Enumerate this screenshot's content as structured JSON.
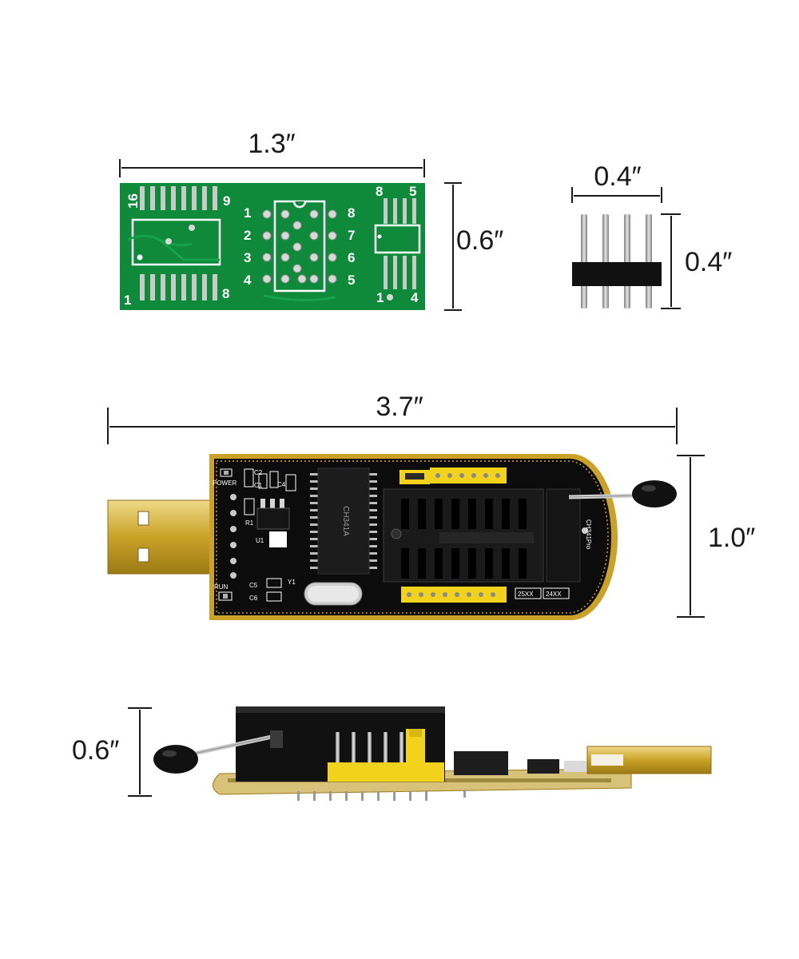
{
  "dimensions": {
    "adapter_width": "1.3″",
    "adapter_height": "0.6″",
    "header_width": "0.4″",
    "header_height": "0.4″",
    "programmer_length": "3.7″",
    "programmer_height": "1.0″",
    "side_height": "0.6″"
  },
  "adapter_pins": {
    "sop16_top_left": "16",
    "sop16_top_right": "9",
    "sop16_bottom_left": "1",
    "sop16_bottom_right": "8",
    "dip_left": [
      "1",
      "2",
      "3",
      "4"
    ],
    "dip_right": [
      "8",
      "7",
      "6",
      "5"
    ],
    "sop8_top_left": "8",
    "sop8_top_right": "5",
    "sop8_bottom_left": "1",
    "sop8_bottom_right": "4"
  },
  "programmer_labels": {
    "power": "POWER",
    "run": "RUN",
    "c1": "C1",
    "c2": "C2",
    "c4": "C4",
    "r1": "R1",
    "u1": "U1",
    "c5": "C5",
    "c6": "C6",
    "y1": "Y1",
    "chip": "CH341A",
    "model": "CH341Pro",
    "bus_25xx": "25XX",
    "bus_24xx": "24XX"
  },
  "colors": {
    "pcb_green": "#0f8a3a",
    "pcb_black": "#0c0c0c",
    "gold": "#c9a227",
    "header_yellow": "#f2d21b"
  }
}
